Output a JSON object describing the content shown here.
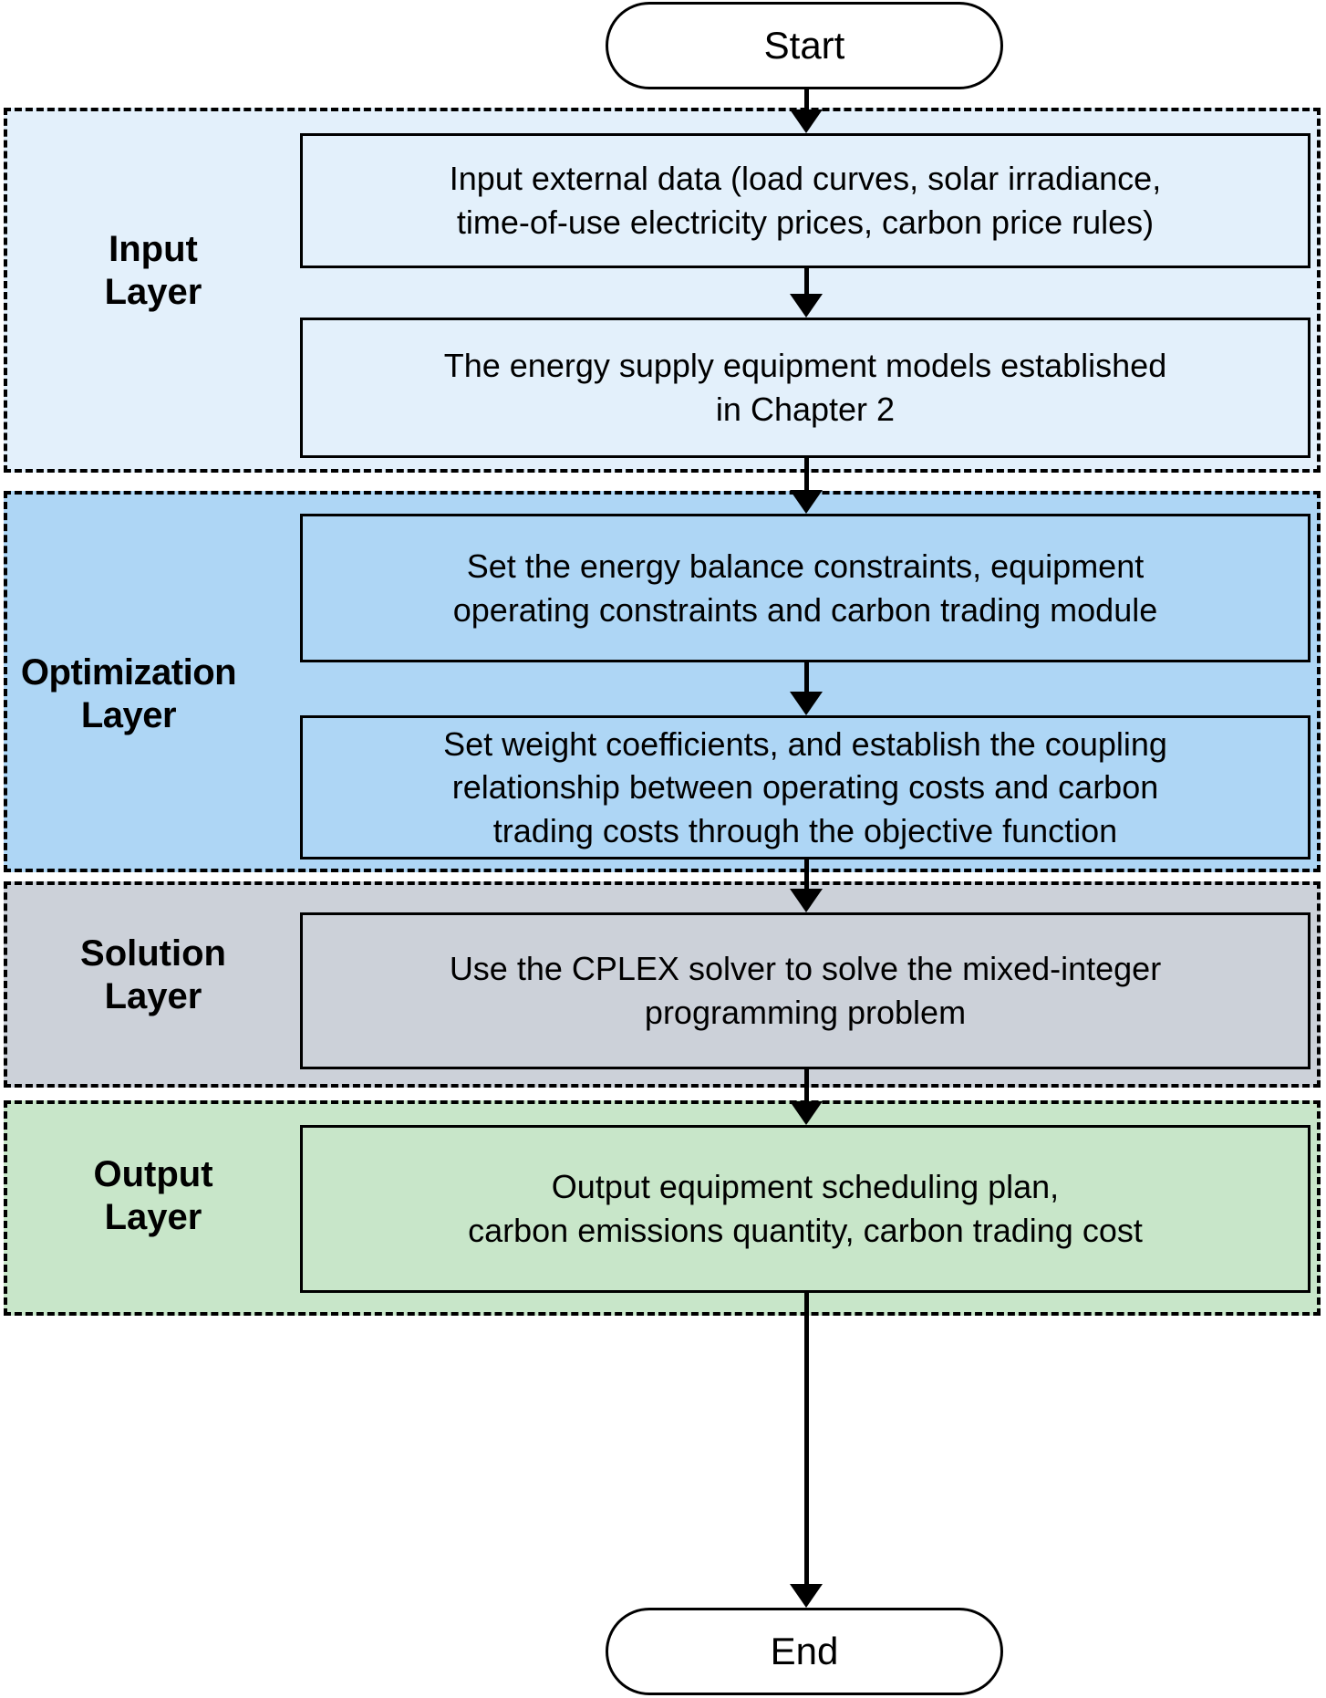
{
  "diagram": {
    "type": "flowchart",
    "orientation": "top-to-bottom",
    "start_node": {
      "label": "Start"
    },
    "end_node": {
      "label": "End"
    },
    "layers": [
      {
        "id": "input",
        "name": "Input\nLayer",
        "fill_color": "#e3f0fb",
        "steps": [
          {
            "id": "input-1",
            "text": "Input external data (load curves, solar irradiance,\ntime-of-use electricity prices, carbon price rules)"
          },
          {
            "id": "input-2",
            "text": "The energy supply equipment models established\nin Chapter 2"
          }
        ]
      },
      {
        "id": "optimization",
        "name": "Optimization\nLayer",
        "fill_color": "#aed6f5",
        "steps": [
          {
            "id": "opt-1",
            "text": "Set the energy balance constraints, equipment\noperating constraints and carbon trading module"
          },
          {
            "id": "opt-2",
            "text": "Set weight coefficients, and establish the coupling\nrelationship between operating costs and carbon\ntrading costs through the objective function"
          }
        ]
      },
      {
        "id": "solution",
        "name": "Solution\nLayer",
        "fill_color": "#ccd1d9",
        "steps": [
          {
            "id": "sol-1",
            "text": "Use the CPLEX solver to solve the mixed-integer\nprogramming problem"
          }
        ]
      },
      {
        "id": "output",
        "name": "Output\nLayer",
        "fill_color": "#c8e6c9",
        "steps": [
          {
            "id": "out-1",
            "text": "Output equipment scheduling plan,\ncarbon emissions quantity, carbon trading cost"
          }
        ]
      }
    ],
    "connectors": [
      {
        "from": "Start",
        "to": "input-1"
      },
      {
        "from": "input-1",
        "to": "input-2"
      },
      {
        "from": "input-2",
        "to": "opt-1"
      },
      {
        "from": "opt-1",
        "to": "opt-2"
      },
      {
        "from": "opt-2",
        "to": "sol-1"
      },
      {
        "from": "sol-1",
        "to": "out-1"
      },
      {
        "from": "out-1",
        "to": "End"
      }
    ],
    "colors": {
      "stroke": "#000000",
      "terminator_fill": "#ffffff",
      "input_fill": "#e3f0fb",
      "optimization_fill": "#aed6f5",
      "solution_fill": "#ccd1d9",
      "output_fill": "#c8e6c9"
    }
  }
}
